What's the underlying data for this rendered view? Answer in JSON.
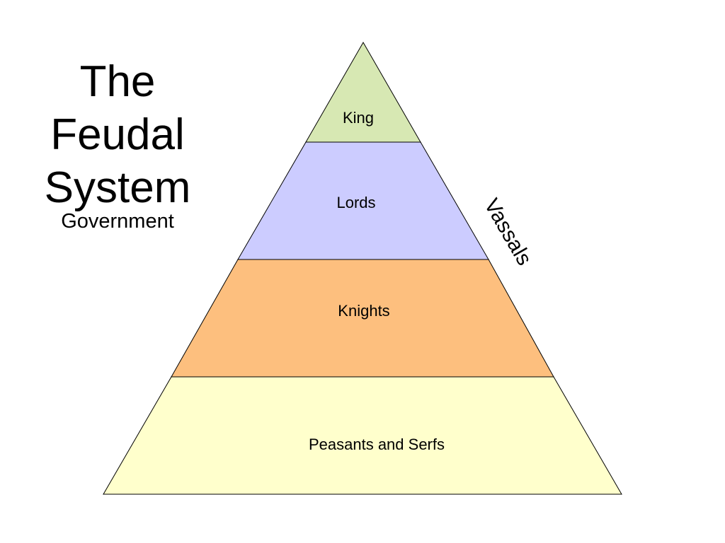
{
  "title": {
    "lines": [
      "The",
      "Feudal",
      "System"
    ],
    "subtitle": "Government"
  },
  "pyramid": {
    "tiers": [
      {
        "label": "King",
        "color": "#d7e8b3"
      },
      {
        "label": "Lords",
        "color": "#ccccff"
      },
      {
        "label": "Knights",
        "color": "#fdbf7e"
      },
      {
        "label": "Peasants and Serfs",
        "color": "#ffffcc"
      }
    ],
    "side_label": "Vassals",
    "outline_color": "#000000"
  }
}
